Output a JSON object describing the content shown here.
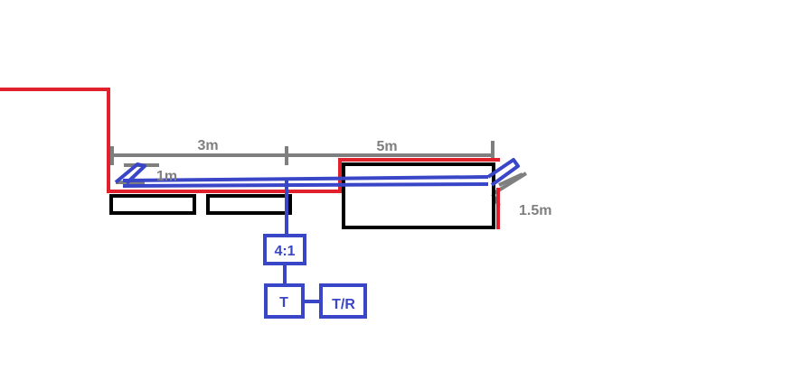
{
  "colors": {
    "background": "#ffffff",
    "red_line": "#e0202a",
    "blue_line": "#3a46c8",
    "gray_dim": "#7f7f7f",
    "black_box": "#000000",
    "blue_label": "#3a46c8",
    "gray_label": "#7f7f7f"
  },
  "dimensions": {
    "span_left": "3m",
    "span_right": "5m",
    "vertical_left": "1m",
    "slant_right": "1.5m"
  },
  "boxes": {
    "balun": "4:1",
    "tuner": "T",
    "transceiver": "T/R"
  }
}
